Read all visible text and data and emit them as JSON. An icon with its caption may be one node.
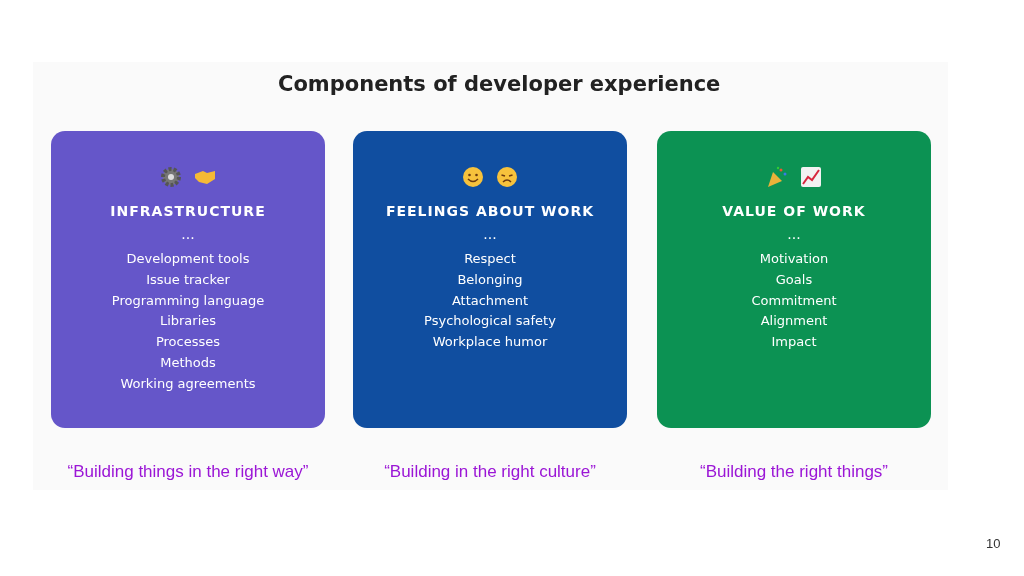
{
  "diagram": {
    "title": "Components of developer experience",
    "nodes": [
      {
        "text": [
          "INFRASTRUCTURE",
          "...",
          "Development tools",
          "Issue tracker",
          "Programming language",
          "Libraries",
          "Processes",
          "Methods",
          "Working agreements"
        ],
        "beside": [
          "“Building things in the right way”"
        ]
      },
      {
        "text": [
          "FEELINGS ABOUT WORK",
          "...",
          "Respect",
          "Belonging",
          "Attachment",
          "Psychological safety",
          "Workplace humor"
        ],
        "beside": [
          "“Building in the right culture”"
        ]
      },
      {
        "text": [
          "VALUE OF WORK",
          "...",
          "Motivation",
          "Goals",
          "Commitment",
          "Alignment",
          "Impact"
        ],
        "beside": [
          "“Building the right things”"
        ]
      }
    ],
    "labels": [
      "10"
    ]
  }
}
